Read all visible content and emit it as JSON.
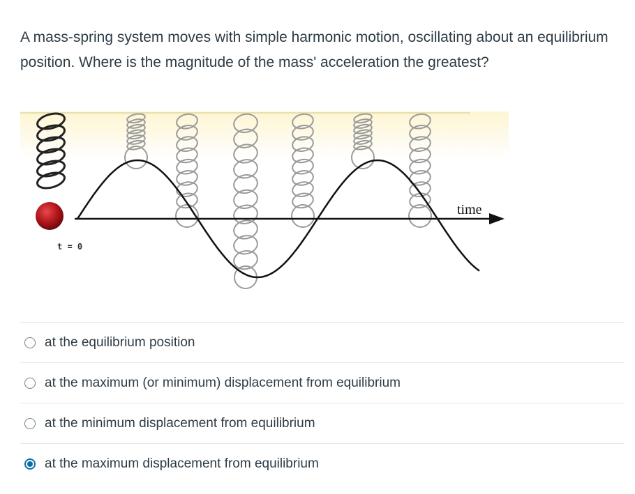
{
  "question": {
    "text": "A mass-spring system moves with simple harmonic motion, oscillating about an equilibrium position.  Where is the magnitude of the mass' acceleration the greatest?"
  },
  "figure": {
    "time_label": "time",
    "t0_label": "t = 0",
    "colors": {
      "background_top": "#fdf6d8",
      "curve": "#111111",
      "spring": "#9a9a9a",
      "mass": "#c0181c"
    }
  },
  "answers": [
    {
      "label": "at the equilibrium position",
      "selected": false
    },
    {
      "label": "at the maximum (or minimum) displacement from equilibrium",
      "selected": false
    },
    {
      "label": "at the minimum displacement from equilibrium",
      "selected": false
    },
    {
      "label": "at the maximum displacement from equilibrium",
      "selected": true
    }
  ],
  "colors": {
    "text": "#2d3b45",
    "radio_selected": "#0770a3",
    "divider": "#e4e6e8"
  }
}
